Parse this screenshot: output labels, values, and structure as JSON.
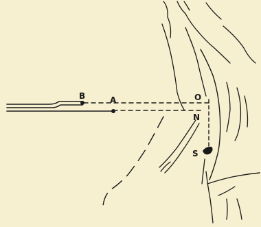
{
  "diagram": {
    "background": "#f7f0d0",
    "ink": "#1a1a1a",
    "labels": {
      "b": "B",
      "a": "A",
      "o": "O",
      "n": "N",
      "s": "S"
    }
  }
}
